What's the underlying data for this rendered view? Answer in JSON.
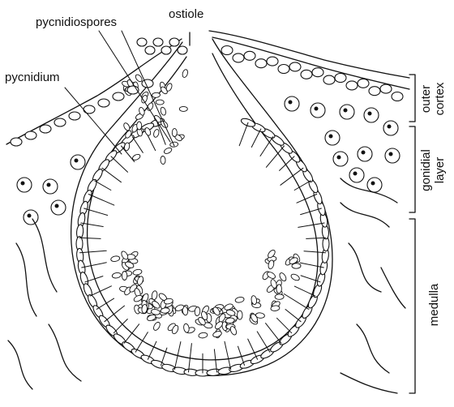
{
  "labels": {
    "pycnidiospores": "pycnidiospores",
    "ostiole": "ostiole",
    "pycnidium": "pycnidium",
    "outer_cortex_line1": "outer",
    "outer_cortex_line2": "cortex",
    "gonidial_layer_line1": "gonidial",
    "gonidial_layer_line2": "layer",
    "medulla": "medulla"
  },
  "colors": {
    "ink": "#111111",
    "background": "#ffffff"
  }
}
